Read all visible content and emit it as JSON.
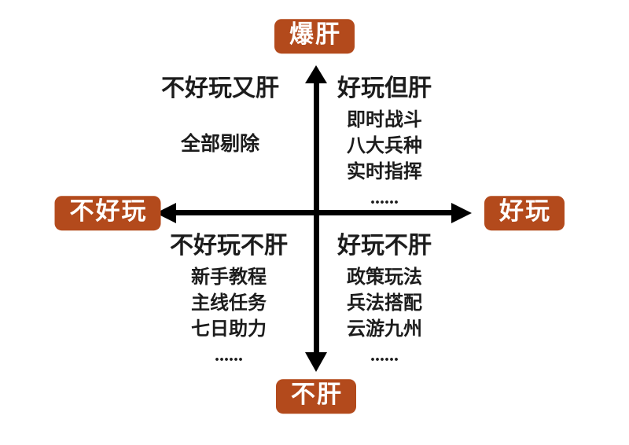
{
  "colors": {
    "accent": "#b34a1c",
    "text": "#1c1c1c",
    "axis": "#000000",
    "label_text": "#ffffff"
  },
  "axis_labels": {
    "top": "爆肝",
    "bottom": "不肝",
    "left": "不好玩",
    "right": "好玩"
  },
  "quadrants": {
    "top_left": {
      "title": "不好玩又肝",
      "items": [
        "全部剔除"
      ]
    },
    "top_right": {
      "title": "好玩但肝",
      "items": [
        "即时战斗",
        "八大兵种",
        "实时指挥",
        "......"
      ]
    },
    "bottom_left": {
      "title": "不好玩不肝",
      "items": [
        "新手教程",
        "主线任务",
        "七日助力",
        "......"
      ]
    },
    "bottom_right": {
      "title": "好玩不肝",
      "items": [
        "政策玩法",
        "兵法搭配",
        "云游九州",
        "......"
      ]
    }
  }
}
